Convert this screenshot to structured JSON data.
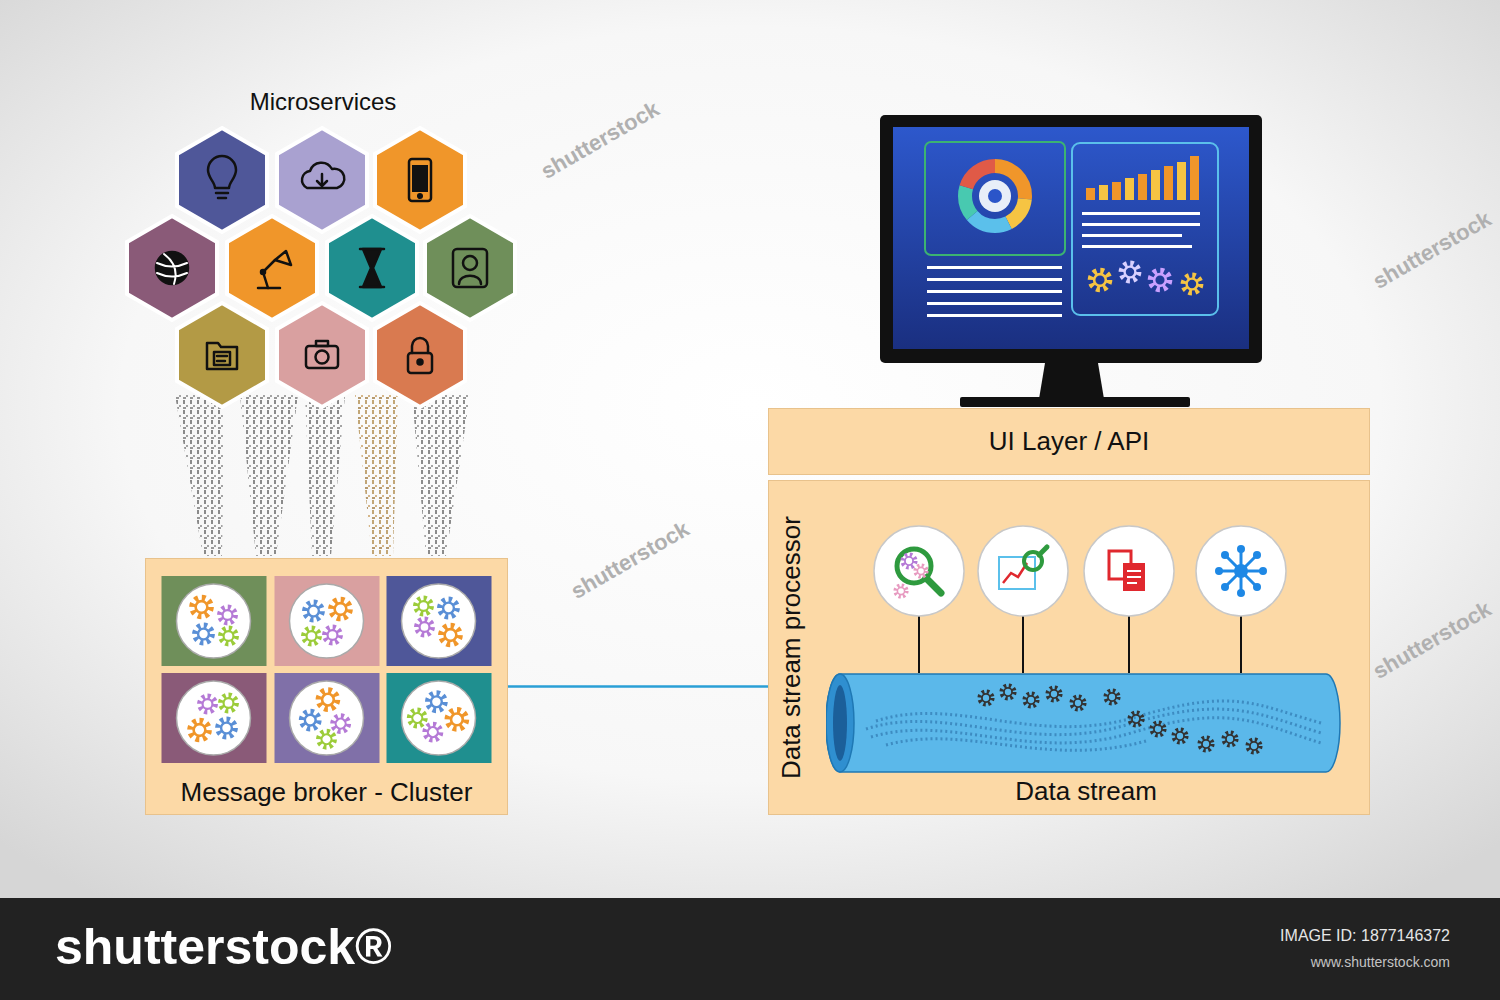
{
  "diagram": {
    "nodes": [
      {
        "text": [
          "Message broker - Cluster"
        ]
      },
      {
        "text": [
          "UI Layer / API"
        ]
      },
      {
        "text": [
          "Data stream processor"
        ]
      },
      {
        "text": [
          "Data stream"
        ],
        "in": 2
      }
    ],
    "edges": [
      {
        "from": 0,
        "to": 2,
        "arrow": "none"
      }
    ],
    "labels": [
      "Microservices",
      "shutterstock",
      "shutterstock",
      "shutterstock",
      "shutterstock",
      "shutterstock®",
      "IMAGE ID: 1877146372",
      "www.shutterstock.com"
    ]
  }
}
